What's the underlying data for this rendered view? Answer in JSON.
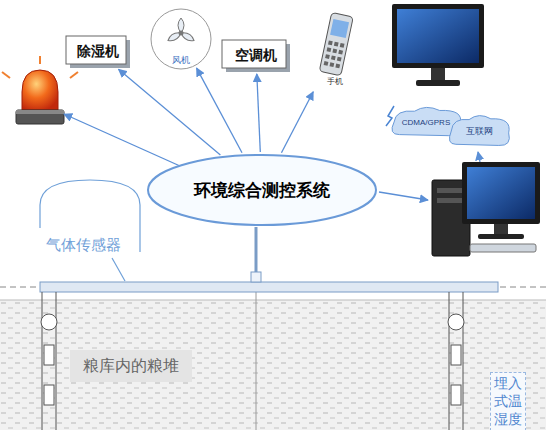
{
  "diagram": {
    "nodes": [
      {
        "text": [
          "除湿机"
        ]
      },
      {
        "text": [
          "风机"
        ]
      },
      {
        "text": [
          "空调机"
        ]
      },
      {
        "text": [
          "手机"
        ]
      },
      {
        "text": [
          "CDMA/GPRS"
        ]
      },
      {
        "text": [
          "互联网"
        ]
      },
      {
        "text": [
          "环境综合测控系统"
        ]
      },
      {
        "text": [
          "粮库内的粮堆"
        ]
      }
    ],
    "edges": [
      {
        "from": 6,
        "to": 0,
        "arrow": "to"
      },
      {
        "from": 6,
        "to": 1,
        "arrow": "to"
      },
      {
        "from": 6,
        "to": 2,
        "arrow": "to"
      },
      {
        "from": 6,
        "to": 3,
        "arrow": "to"
      }
    ],
    "labels": [
      "气体传感器",
      "埋入式温湿度"
    ]
  }
}
